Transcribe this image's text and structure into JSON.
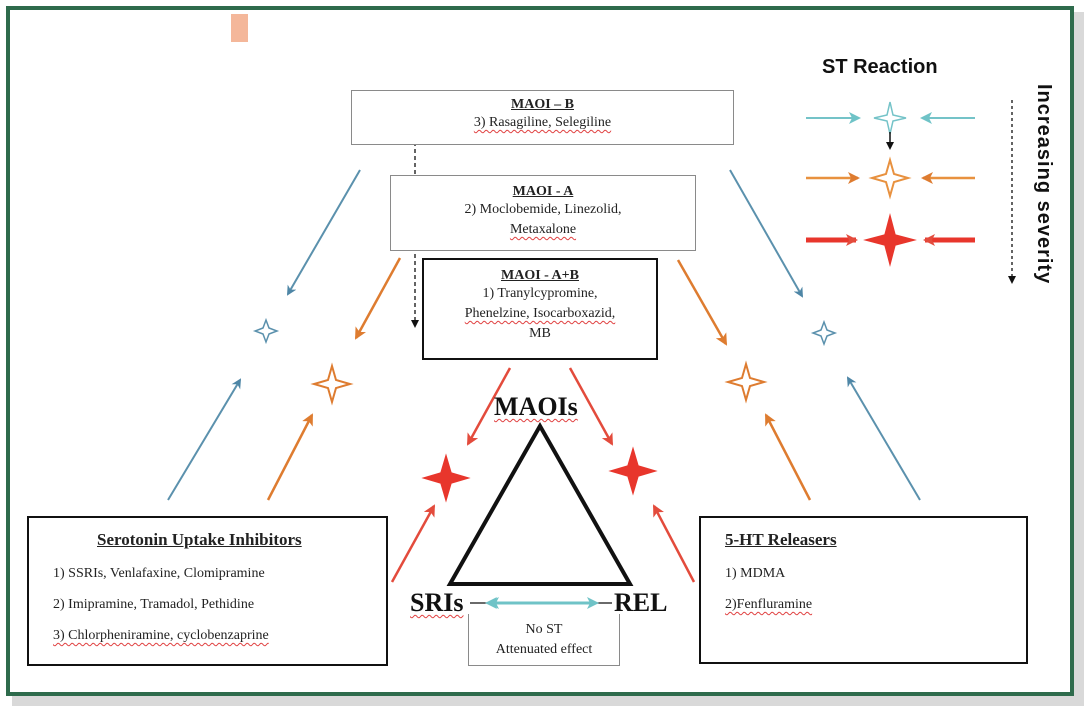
{
  "legend": {
    "title": "ST Reaction",
    "axis_label": "Increasing severity",
    "colors": {
      "mild": "#74c3c8",
      "moderate": "#e8913f",
      "severe": "#e8362c",
      "arrow_blue": "#5b91ad",
      "arrow_orange": "#de7c30",
      "arrow_red": "#e34b3c"
    }
  },
  "maoi_b": {
    "title": "MAOI – B",
    "line1": "3) Rasagiline, Selegiline"
  },
  "maoi_a": {
    "title": "MAOI - A",
    "line1": "2) Moclobemide, Linezolid,",
    "line2": "Metaxalone"
  },
  "maoi_ab": {
    "title": "MAOI - A+B",
    "line1": "1) Tranylcypromine,",
    "line2": "Phenelzine, Isocarboxazid,",
    "line3": "MB"
  },
  "triangle": {
    "top": "MAOIs",
    "left": "SRIs",
    "right": "REL"
  },
  "no_st": {
    "line1": "No ST",
    "line2": "Attenuated effect"
  },
  "sri_box": {
    "title": "Serotonin Uptake Inhibitors",
    "items": [
      "1) SSRIs, Venlafaxine, Clomipramine",
      "2) Imipramine, Tramadol, Pethidine",
      "3) Chlorpheniramine, cyclobenzaprine"
    ]
  },
  "rel_box": {
    "title": "5-HT Releasers",
    "items": [
      "1) MDMA",
      "2)Fenfluramine"
    ]
  }
}
